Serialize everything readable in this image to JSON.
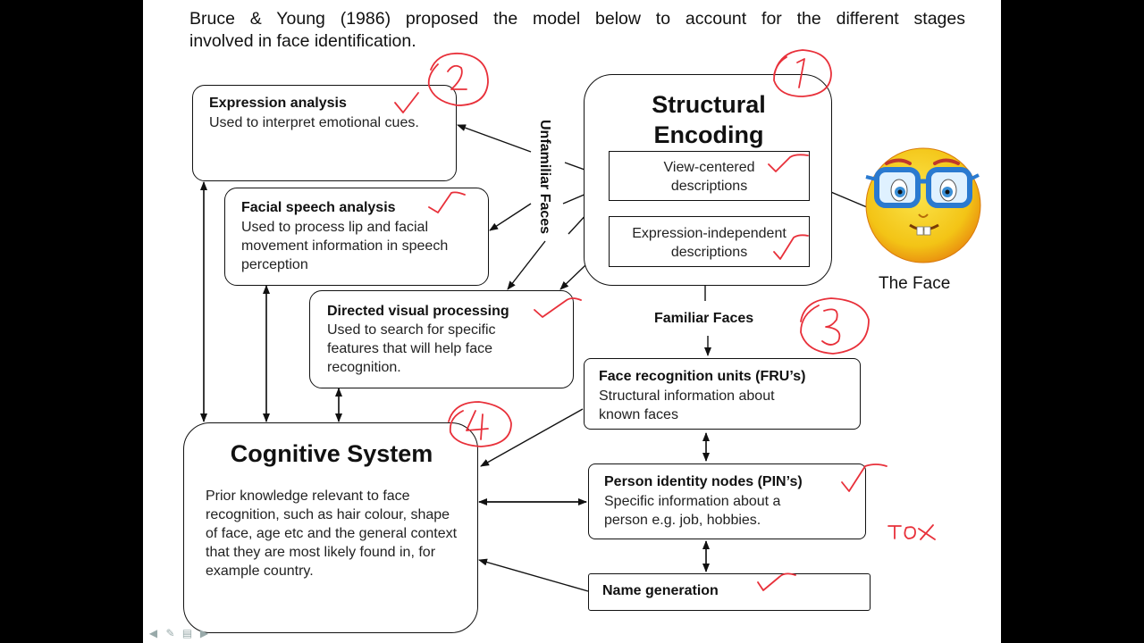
{
  "intro": {
    "line1": "Bruce & Young (1986) proposed the model below to account for the different stages",
    "line2": "involved in face identification."
  },
  "boxes": {
    "expression": {
      "title": "Expression analysis",
      "body": "Used to interpret emotional cues."
    },
    "facial_speech": {
      "title": "Facial speech analysis",
      "body": "Used to process lip and facial movement information in speech perception"
    },
    "directed_visual": {
      "title": "Directed visual processing",
      "body": "Used to search for specific features that will help face recognition."
    },
    "structural": {
      "title_line1": "Structural",
      "title_line2": "Encoding",
      "view_centered": "View-centered descriptions",
      "expression_independent": "Expression-independent descriptions"
    },
    "cognitive": {
      "title": "Cognitive System",
      "body": "Prior knowledge relevant to face recognition, such as hair colour, shape of face, age etc and the general context that they are most likely found in, for example country."
    },
    "fru": {
      "title": "Face recognition units (FRU’s)",
      "body": "Structural information about known faces"
    },
    "pin": {
      "title": "Person identity nodes (PIN’s)",
      "body": "Specific information about a person e.g. job, hobbies."
    },
    "name_generation": {
      "title": "Name generation"
    }
  },
  "labels": {
    "unfamiliar_faces": "Unfamiliar Faces",
    "familiar_faces": "Familiar Faces",
    "the_face": "The Face"
  },
  "annotations": {
    "circle_1": "1",
    "circle_2": "2",
    "circle_3": "3",
    "circle_4": "4",
    "tox": "TOX"
  },
  "colors": {
    "annotation_red": "#e8303a",
    "emoji_yellow": "#f6cf1c",
    "emoji_orange": "#e8860e",
    "glasses_blue": "#2a7ad0",
    "page_bg": "#000000"
  }
}
